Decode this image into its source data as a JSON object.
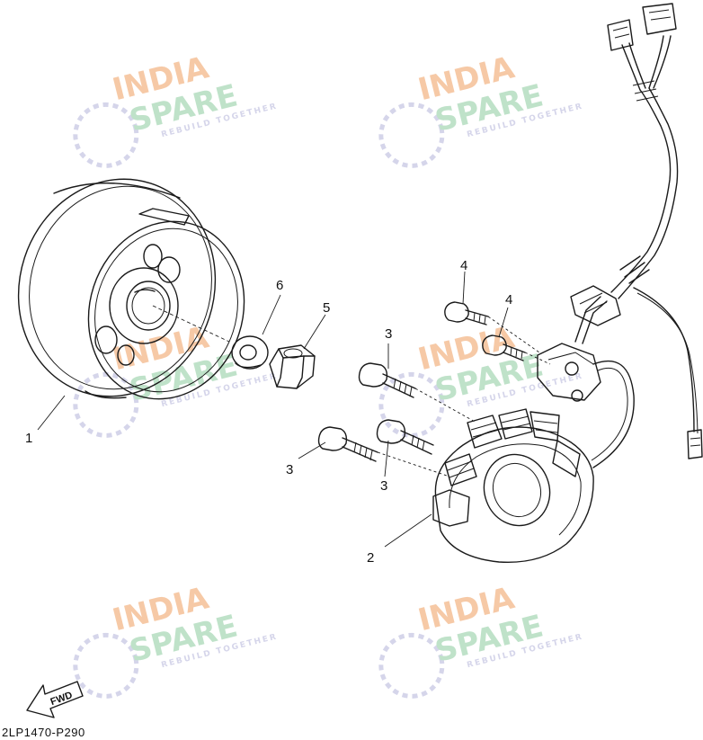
{
  "callouts": {
    "c1": "1",
    "c2": "2",
    "c3a": "3",
    "c3b": "3",
    "c3c": "3",
    "c4a": "4",
    "c4b": "4",
    "c5": "5",
    "c6": "6"
  },
  "fwd_label": "FWD",
  "diagram_code": "2LP1470-P290",
  "watermark": {
    "line1": "INDIA",
    "line2": "SPARE",
    "tagline": "REBUILD TOGETHER"
  },
  "colors": {
    "line": "#1a1a1a",
    "watermark_orange": "#f6c9a6",
    "watermark_green": "#bfe2c9",
    "watermark_blue": "#d5d5ea"
  }
}
